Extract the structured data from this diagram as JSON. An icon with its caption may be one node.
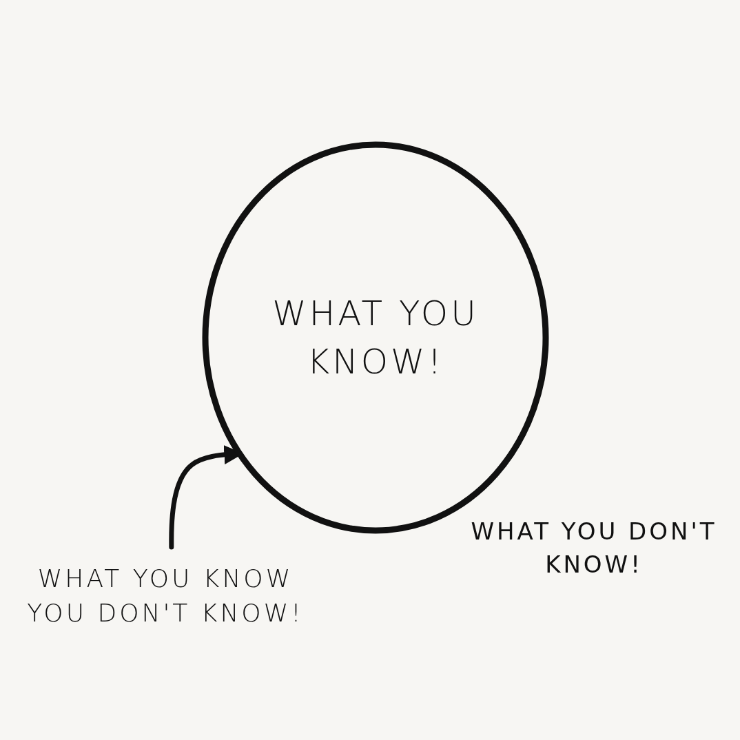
{
  "diagram": {
    "nodes": [
      {
        "text": [
          "WHAT YOU KNOW!"
        ]
      },
      {
        "text": [
          "WHAT YOU KNOW YOU DON'T KNOW!"
        ]
      }
    ],
    "edges": [
      {
        "from": 1,
        "to": 0,
        "arrow": "to"
      }
    ],
    "labels": [
      "WHAT YOU DON'T KNOW!"
    ]
  }
}
